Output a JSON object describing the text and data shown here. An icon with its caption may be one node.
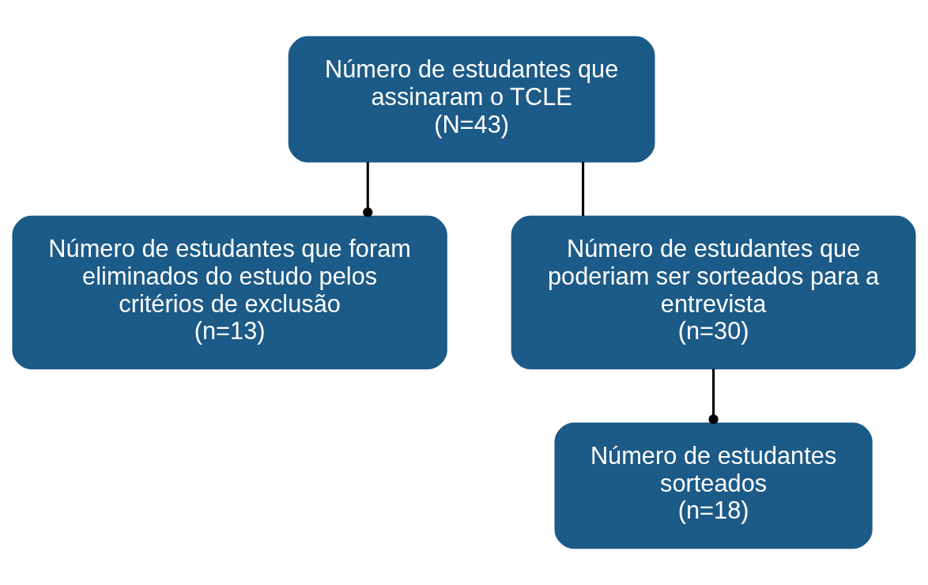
{
  "diagram": {
    "nodes": [
      {
        "text": [
          "Número de estudantes que assinaram o TCLE",
          "(N=43)"
        ]
      },
      {
        "text": [
          "Número de estudantes que foram eliminados do estudo pelos critérios de exclusão",
          "(n=13)"
        ]
      },
      {
        "text": [
          "Número de estudantes que poderiam ser sorteados para a entrevista",
          "(n=30)"
        ]
      },
      {
        "text": [
          "Número de estudantes sorteados",
          "(n=18)"
        ]
      }
    ],
    "edges": [
      {
        "from": 0,
        "to": 1,
        "arrow": "other"
      },
      {
        "from": 0,
        "to": 2,
        "arrow": "none"
      },
      {
        "from": 2,
        "to": 3,
        "arrow": "other"
      }
    ]
  }
}
